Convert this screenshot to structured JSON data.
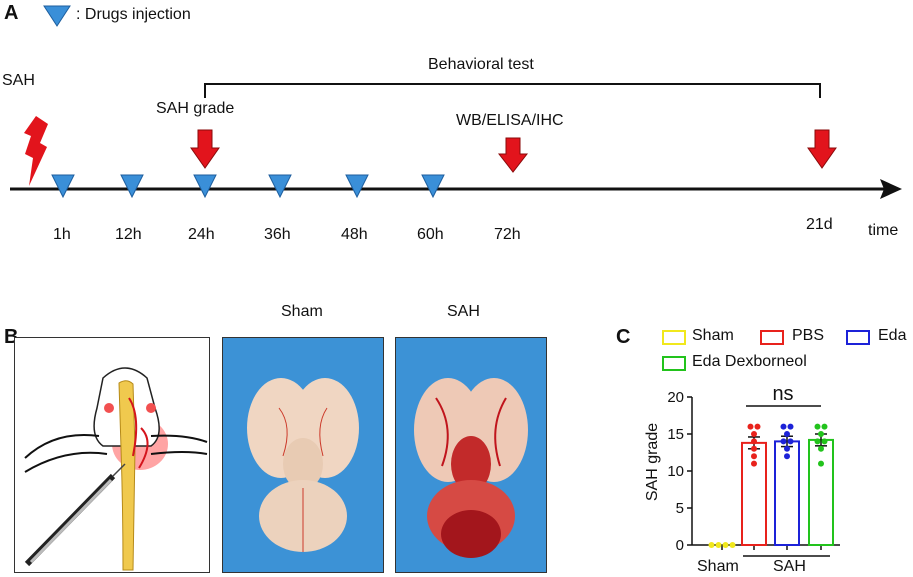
{
  "panels": {
    "a": "A",
    "b": "B",
    "c": "C"
  },
  "timeline": {
    "legend_label": ": Drugs injection",
    "sah_label": "SAH",
    "behavioral_label": "Behavioral test",
    "sah_grade_label": "SAH grade",
    "wb_label": "WB/ELISA/IHC",
    "time_label": "time",
    "ticks": [
      "1h",
      "12h",
      "24h",
      "36h",
      "48h",
      "60h",
      "72h",
      "21d"
    ]
  },
  "photos": {
    "sham_title": "Sham",
    "sah_title": "SAH"
  },
  "colors": {
    "injection": "#3a8fd8",
    "arrow": "#e2141c",
    "sham": "#f1e81c",
    "pbs": "#e8221c",
    "eda": "#1c22d8",
    "eda_dex": "#22c31c",
    "photo_bg": "#3c92d6"
  },
  "chart_data": {
    "type": "bar",
    "categories": [
      "Sham",
      "PBS",
      "Eda",
      "Eda Dexborneol"
    ],
    "legend": [
      "Sham",
      "PBS",
      "Eda",
      "Eda Dexborneol"
    ],
    "series": [
      {
        "name": "Sham",
        "mean": 0,
        "sem": 0,
        "points": [
          0,
          0,
          0,
          0
        ]
      },
      {
        "name": "PBS",
        "mean": 13.8,
        "sem": 0.8,
        "points": [
          16,
          16,
          15,
          14,
          13,
          12,
          11
        ]
      },
      {
        "name": "Eda",
        "mean": 14.0,
        "sem": 0.7,
        "points": [
          16,
          16,
          15,
          14,
          14,
          13,
          12
        ]
      },
      {
        "name": "Eda Dexborneol",
        "mean": 14.2,
        "sem": 0.8,
        "points": [
          16,
          16,
          15,
          14,
          14,
          13,
          11
        ]
      }
    ],
    "ylabel": "SAH grade",
    "ylim": [
      0,
      20
    ],
    "yticks": [
      "0",
      "5",
      "10",
      "15",
      "20"
    ],
    "xgroups": [
      "Sham",
      "SAH"
    ],
    "annotation": "ns",
    "grid": false,
    "legend_position": "top"
  }
}
